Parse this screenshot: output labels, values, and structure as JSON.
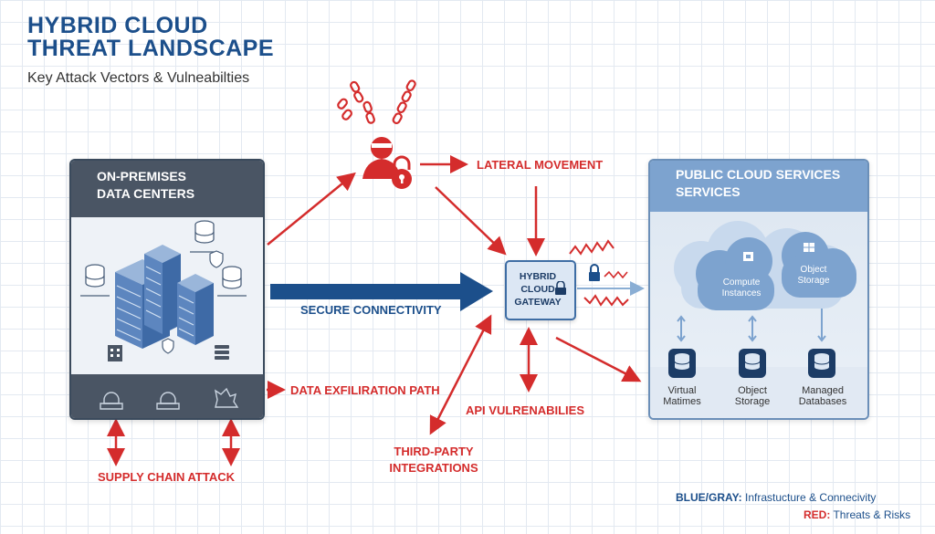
{
  "header": {
    "title_line1": "HYBRID CLOUD",
    "title_line2": "THREAT LANDSCAPE",
    "subtitle": "Key Attack Vectors & Vulneabilties"
  },
  "onprem": {
    "title_line1": "ON-PREMISES",
    "title_line2": "DATA CENTERS"
  },
  "cloud": {
    "title_line1": "PUBLIC CLOUD SERVICES",
    "title_line2": "SERVICES",
    "compute_line1": "Compute",
    "compute_line2": "Instances",
    "object_top_line1": "Object",
    "object_top_line2": "Storage",
    "db_items": [
      {
        "line1": "Virtual",
        "line2": "Matimes"
      },
      {
        "line1": "Object",
        "line2": "Storage"
      },
      {
        "line1": "Managed",
        "line2": "Databases"
      }
    ]
  },
  "gateway": {
    "line1": "HYBRID",
    "line2": "CLOUD",
    "line3": "GATEWAY"
  },
  "labels": {
    "lateral_movement": "LATERAL MOVEMENT",
    "secure_connectivity": "SECURE CONNECTIVITY",
    "data_exfiltration": "DATA EXFILIRATION PATH",
    "api_vulnerabilities": "API VULRENABILIES",
    "third_party_line1": "THIRD-PARTY",
    "third_party_line2": "INTEGRATIONS",
    "supply_chain": "SUPPLY CHAIN ATTACK"
  },
  "legend": {
    "blue_key": "BLUE/GRAY:",
    "blue_text": "Infrastucture & Connecivity",
    "red_key": "RED:",
    "red_text": "Threats & Risks"
  },
  "colors": {
    "threat_red": "#d42c2c",
    "infra_blue": "#1c4f8b",
    "panel_gray": "#4a5564",
    "cloud_blue": "#7da3cf"
  }
}
